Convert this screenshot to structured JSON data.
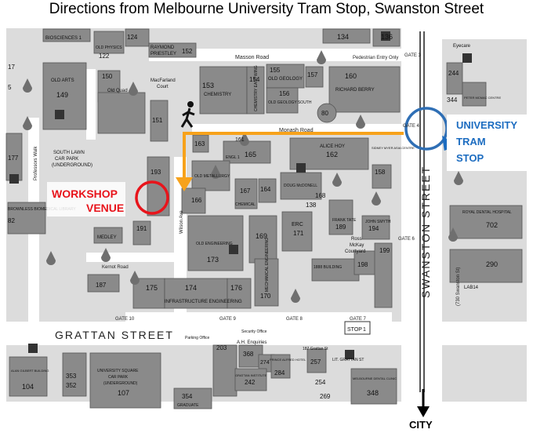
{
  "title": "Directions from Melbourne University Tram Stop, Swanston Street",
  "colors": {
    "route": "#f7a21b",
    "venue_circle": "#e8141b",
    "tram_circle": "#2f6fb5",
    "tram_text": "#1c6cc0",
    "building": "#8a8a8a",
    "building_dark": "#6f6f6f",
    "road": "#ffffff",
    "ground": "#dcdcdc"
  },
  "callouts": {
    "workshop_line1": "WORKSHOP",
    "workshop_line2": "VENUE",
    "tram_line1": "UNIVERSITY",
    "tram_line2": "TRAM",
    "tram_line3": "STOP",
    "city": "CITY"
  },
  "streets": {
    "swanston": "SWANSTON STREET",
    "grattan": "GRATTAN STREET",
    "masson": "Masson Road",
    "monash": "Monash Road",
    "pedestrian": "Pedestrian Entry Only",
    "professors_walk": "Professors Walk",
    "wilson_ave": "Wilson Ave",
    "kernot": "Kernot Road",
    "swanston_small": "(730 Swanston St)"
  },
  "gates": {
    "gate3": "GATE 3",
    "gate4": "GATE 4",
    "gate6": "GATE 6",
    "gate7": "GATE 7",
    "gate8": "GATE 8",
    "gate9": "GATE 9",
    "gate10": "GATE 10"
  },
  "buildings": {
    "b134": "134",
    "b136": "136",
    "biosciences": "BIOSCIENCES 1",
    "old_physics": "OLD PHYSICS",
    "b124": "124",
    "b122": "122",
    "raymond": "RAYMOND",
    "priestley": "PRIESTLEY",
    "b152": "152",
    "old_arts": "OLD ARTS",
    "b149": "149",
    "b150": "150",
    "old_quad": "Old Quad",
    "macfarland": "MacFarland",
    "court": "Court",
    "b153": "153",
    "chemistry": "CHEMISTRY",
    "b154": "154",
    "chem_east": "CHEMISTRY EAST WING",
    "b155": "155",
    "old_geology": "OLD GEOLOGY",
    "b156": "156",
    "old_geology_south": "OLD GEOLOGY SOUTH",
    "b157": "157",
    "b160": "160",
    "richard_berry": "RICHARD BERRY",
    "b80": "80",
    "eyecare": "Eyecare",
    "b244": "244",
    "b344": "344",
    "peter_mcmac": "PETER MCMAC CENTRE",
    "b151": "151",
    "b163": "163",
    "b161": "161",
    "b165": "165",
    "engl": "ENGL 1",
    "alice_hoy": "ALICE HOY",
    "b162": "162",
    "sidney_myer": "SIDNEY MYER ASIA CENTRE",
    "b158": "158",
    "south_lawn": "SOUTH LAWN",
    "car_park": "CAR PARK",
    "underground": "(UNDERGROUND)",
    "b193": "193",
    "old_metallurgy": "OLD METALLURGY",
    "b167": "167",
    "chemical": "CHEMICAL",
    "b164": "164",
    "doug_mcdonell": "DOUG McDONELL",
    "b168": "168",
    "b138": "138",
    "frank_tate": "FRANK TATE",
    "b189": "189",
    "john_smyth": "JOHN SMYTH",
    "b194": "194",
    "royal_dental": "ROYAL DENTAL HOSPITAL",
    "b702": "702",
    "brownless": "BROWNLESS BIOMEDICAL LIBRARY",
    "b166": "166",
    "medley": "MEDLEY",
    "b191": "191",
    "old_engineering": "OLD ENGINEERING",
    "b173": "173",
    "b169": "169",
    "erc": "ERC",
    "b171": "171",
    "ross": "Ross",
    "mckay": "McKay",
    "courtyard": "Courtyard",
    "b199": "199",
    "b290": "290",
    "b1888": "1888 BUILDING",
    "b198": "198",
    "lab14": "LAB14",
    "b187": "187",
    "b175": "175",
    "b174": "174",
    "b176": "176",
    "b170": "170",
    "infra_eng": "INFRASTRUCTURE ENGINEERING",
    "mech_eng": "MECHANICAL ENGINEERING",
    "parking_office": "Parking Office",
    "security": "Security Office",
    "ah_enquiries": "A.H. Enquiries",
    "b203": "203",
    "b368": "368",
    "b274": "274",
    "prince_alfred": "PRINCE ALFRED HOTEL",
    "b284": "284",
    "grattan_inst": "GRATTAN INSTITUTE",
    "b242": "242",
    "b187g": "187 Grattan St",
    "b257": "257",
    "lit_grattan": "LIT. GRATTAN ST",
    "b254": "254",
    "b269": "269",
    "mdc": "MELBOURNE DENTAL CLINIC",
    "b348": "348",
    "alan_gilbert": "ALAN GILBERT BUILDING",
    "b104": "104",
    "b353": "353",
    "b352": "352",
    "usq": "UNIVERSITY SQUARE",
    "usq_car": "CAR PARK",
    "usq_under": "(UNDERGROUND)",
    "b107": "107",
    "b354": "354",
    "graduate": "GRADUATE",
    "stop1": "STOP",
    "stop1_num": "1",
    "b177": "177",
    "b82": "82",
    "b17": "17",
    "b5": "5"
  }
}
